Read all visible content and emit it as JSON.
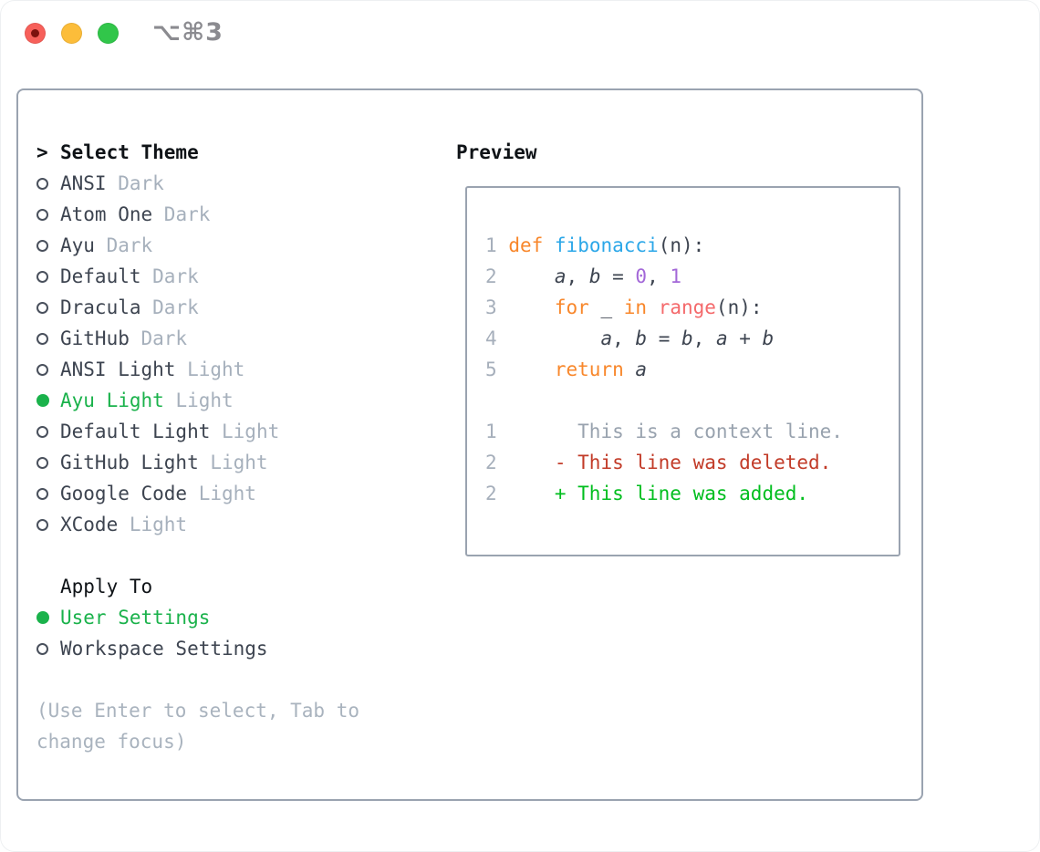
{
  "titlebar": {
    "shortcut": "⌥⌘3",
    "traffic_lights": [
      "close",
      "minimize",
      "zoom"
    ]
  },
  "colors": {
    "border": "#9AA3B0",
    "text_dark": "#3D4450",
    "text_header": "#0F1317",
    "text_muted": "#A6B0BC",
    "hint": "#A9B3BE",
    "selection_green": "#1AB24B",
    "keyword_orange": "#F8872B",
    "function_blue": "#2BA7E8",
    "number_purple": "#A368D8",
    "builtin_coral": "#F4696B",
    "context_gray": "#98A2AE",
    "diff_deleted_red": "#C23B28",
    "diff_added_green": "#00BE1E",
    "traffic_red": "#F7605A",
    "traffic_yellow": "#FCBD3A",
    "traffic_green": "#31C64A"
  },
  "theme_panel": {
    "prompt": ">",
    "header": "Select Theme",
    "items": [
      {
        "name": "ANSI",
        "variant": "Dark",
        "selected": false
      },
      {
        "name": "Atom One",
        "variant": "Dark",
        "selected": false
      },
      {
        "name": "Ayu",
        "variant": "Dark",
        "selected": false
      },
      {
        "name": "Default",
        "variant": "Dark",
        "selected": false
      },
      {
        "name": "Dracula",
        "variant": "Dark",
        "selected": false
      },
      {
        "name": "GitHub",
        "variant": "Dark",
        "selected": false
      },
      {
        "name": "ANSI Light",
        "variant": "Light",
        "selected": false
      },
      {
        "name": "Ayu Light",
        "variant": "Light",
        "selected": true
      },
      {
        "name": "Default Light",
        "variant": "Light",
        "selected": false
      },
      {
        "name": "GitHub Light",
        "variant": "Light",
        "selected": false
      },
      {
        "name": "Google Code",
        "variant": "Light",
        "selected": false
      },
      {
        "name": "XCode",
        "variant": "Light",
        "selected": false
      }
    ]
  },
  "apply_panel": {
    "header": "Apply To",
    "options": [
      {
        "label": "User Settings",
        "selected": true
      },
      {
        "label": "Workspace Settings",
        "selected": false
      }
    ]
  },
  "hint_lines": [
    "(Use Enter to select, Tab to",
    "change focus)"
  ],
  "preview": {
    "title": "Preview",
    "lines": [
      {
        "num": "1",
        "segments": [
          [
            "tx",
            " "
          ],
          [
            "kw",
            "def"
          ],
          [
            "tx",
            " "
          ],
          [
            "fn",
            "fibonacci"
          ],
          [
            "tx",
            "(n):"
          ]
        ]
      },
      {
        "num": "2",
        "segments": [
          [
            "tx",
            "     "
          ],
          [
            "var",
            "a"
          ],
          [
            "tx",
            ", "
          ],
          [
            "var",
            "b"
          ],
          [
            "tx",
            " = "
          ],
          [
            "pn",
            "0"
          ],
          [
            "tx",
            ", "
          ],
          [
            "pn",
            "1"
          ]
        ]
      },
      {
        "num": "3",
        "segments": [
          [
            "tx",
            "     "
          ],
          [
            "kw",
            "for"
          ],
          [
            "tx",
            " _ "
          ],
          [
            "kw",
            "in"
          ],
          [
            "tx",
            " "
          ],
          [
            "call",
            "range"
          ],
          [
            "tx",
            "(n):"
          ]
        ]
      },
      {
        "num": "4",
        "segments": [
          [
            "tx",
            "         "
          ],
          [
            "var",
            "a"
          ],
          [
            "tx",
            ", "
          ],
          [
            "var",
            "b"
          ],
          [
            "tx",
            " = "
          ],
          [
            "var",
            "b"
          ],
          [
            "tx",
            ", "
          ],
          [
            "var",
            "a"
          ],
          [
            "tx",
            " + "
          ],
          [
            "var",
            "b"
          ]
        ]
      },
      {
        "num": "5",
        "segments": [
          [
            "tx",
            "     "
          ],
          [
            "kw",
            "return"
          ],
          [
            "tx",
            " "
          ],
          [
            "var",
            "a"
          ]
        ]
      },
      {
        "num": "",
        "segments": []
      },
      {
        "num": "1",
        "segments": [
          [
            "ctx",
            "       This is a context line."
          ]
        ]
      },
      {
        "num": "2",
        "segments": [
          [
            "del",
            "     - This line was deleted."
          ]
        ]
      },
      {
        "num": "2",
        "segments": [
          [
            "add",
            "     + This line was added."
          ]
        ]
      }
    ]
  }
}
